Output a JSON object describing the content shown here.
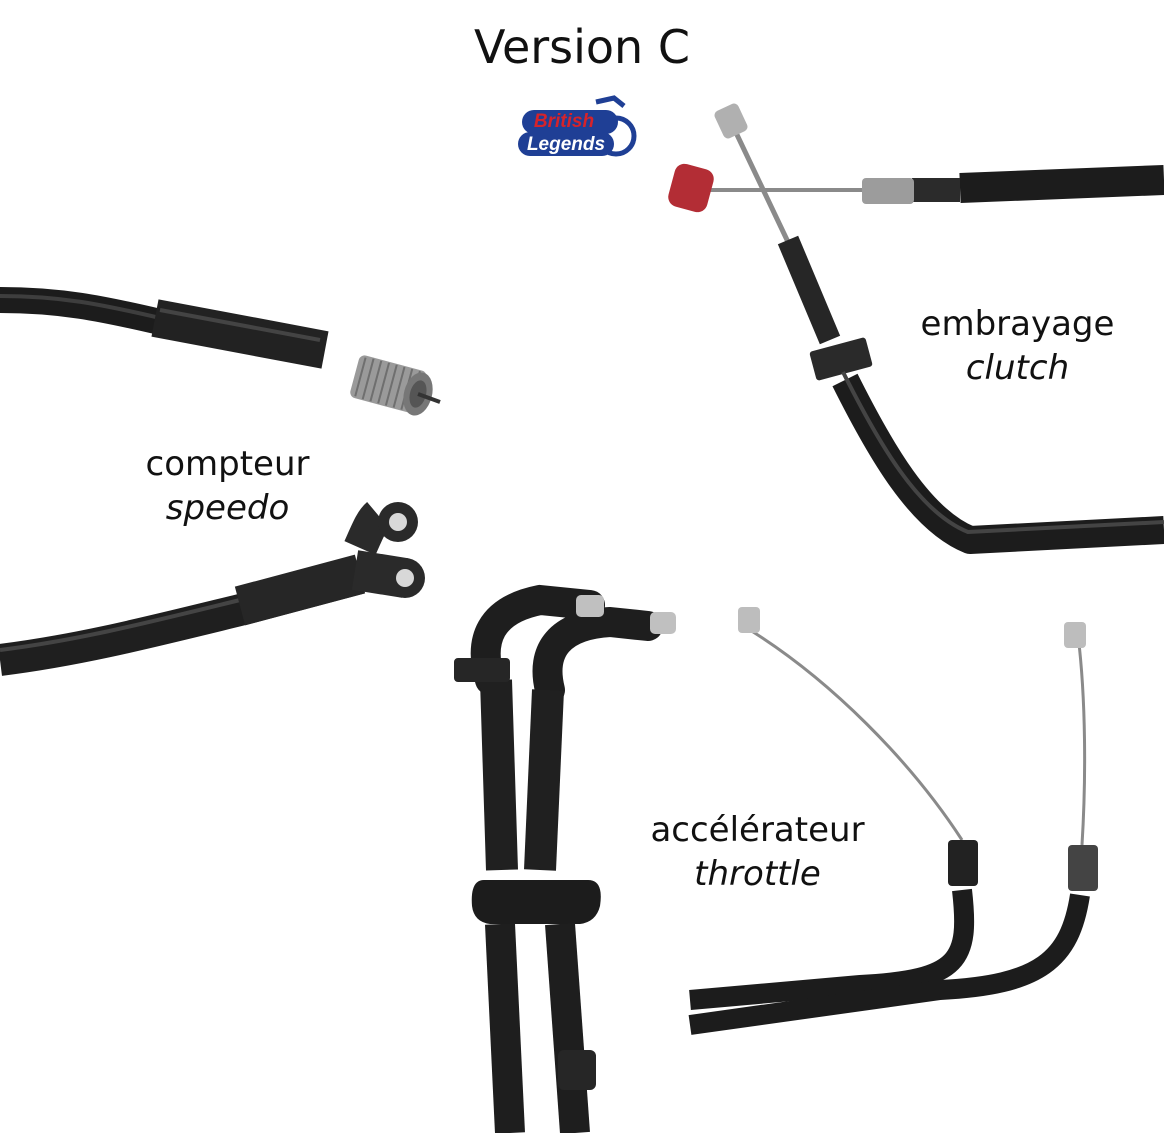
{
  "title": "Version C",
  "logo": {
    "line1": "British",
    "line2": "Legends",
    "colors": {
      "red": "#d6232a",
      "blue": "#1f3f95"
    }
  },
  "labels": {
    "clutch": {
      "fr": "embrayage",
      "en": "clutch"
    },
    "speedo": {
      "fr": "compteur",
      "en": "speedo"
    },
    "throttle": {
      "fr": "accélérateur",
      "en": "throttle"
    }
  },
  "colors": {
    "cable": "#1c1c1c",
    "sheath_highlight": "#3e3e3e",
    "metal": "#b9b9b9",
    "stop_red": "#b32d35",
    "background": "#ffffff"
  }
}
